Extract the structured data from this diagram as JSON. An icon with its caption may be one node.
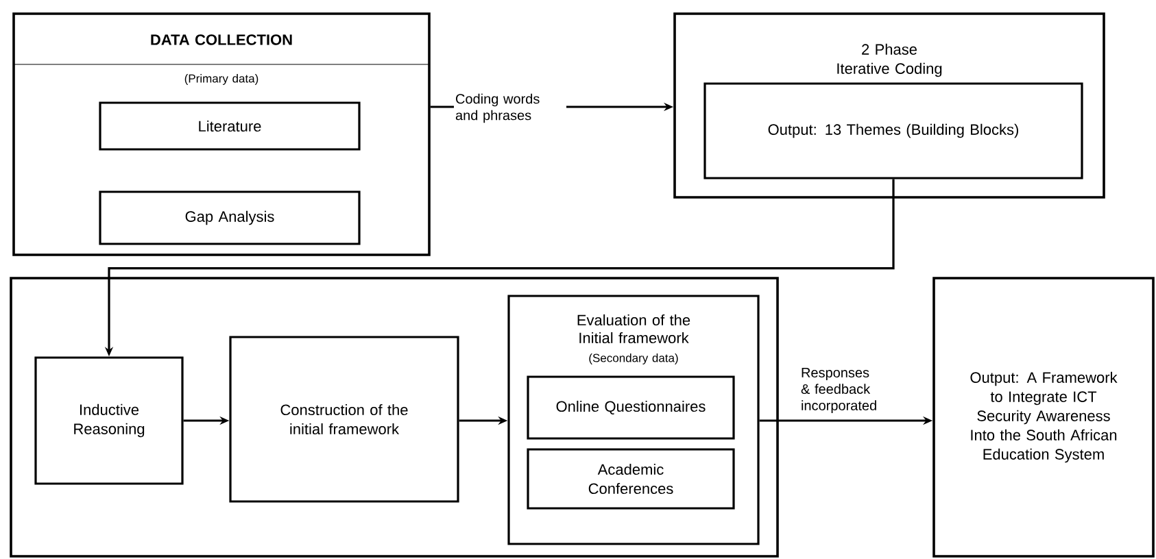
{
  "diagram": {
    "nodes": [
      {
        "text": [
          "DATA COLLECTION",
          "(Primary data)"
        ]
      },
      {
        "text": [
          "Literature"
        ],
        "in": 0
      },
      {
        "text": [
          "Gap Analysis"
        ],
        "in": 0
      },
      {
        "text": [
          "2 Phase Iterative Coding"
        ]
      },
      {
        "text": [
          "Output: 13 Themes (Building Blocks)"
        ],
        "in": 3
      },
      {
        "text": [],
        "shape": "box"
      },
      {
        "text": [
          "Inductive Reasoning"
        ],
        "in": 5
      },
      {
        "text": [
          "Construction of the initial framework"
        ],
        "in": 5
      },
      {
        "text": [
          "Evaluation of the Initial framework",
          "(Secondary data)"
        ],
        "in": 5
      },
      {
        "text": [
          "Online Questionnaires"
        ],
        "in": 8
      },
      {
        "text": [
          "Academic Conferences"
        ],
        "in": 8
      },
      {
        "text": [
          "Output: A Framework to Integrate ICT Security Awareness Into the South African Education System"
        ]
      }
    ],
    "edges": [
      {
        "from": 0,
        "to": 3,
        "arrow": "to",
        "label": "Coding words and phrases"
      },
      {
        "from": 4,
        "to": 6,
        "arrow": "to"
      },
      {
        "from": 6,
        "to": 7,
        "arrow": "to"
      },
      {
        "from": 7,
        "to": 8,
        "arrow": "to"
      },
      {
        "from": 8,
        "to": 11,
        "arrow": "to",
        "label": "Responses & feedback incorporated"
      }
    ]
  }
}
